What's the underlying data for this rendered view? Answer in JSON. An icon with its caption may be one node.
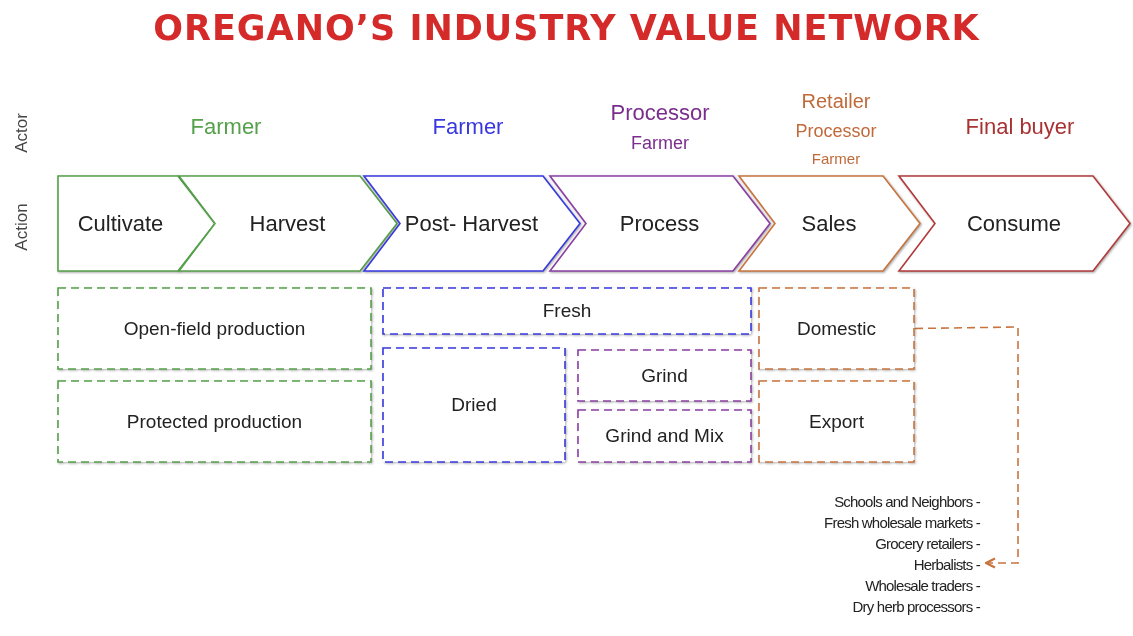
{
  "diagram": {
    "title": "OREGANO’S INDUSTRY VALUE NETWORK",
    "nodes": [
      {
        "text": [
          "Cultivate"
        ]
      },
      {
        "text": [
          "Harvest"
        ]
      },
      {
        "text": [
          "Post- Harvest"
        ]
      },
      {
        "text": [
          "Process"
        ]
      },
      {
        "text": [
          "Sales"
        ]
      },
      {
        "text": [
          "Consume"
        ]
      },
      {
        "text": [
          "Open-field production"
        ]
      },
      {
        "text": [
          "Protected production"
        ]
      },
      {
        "text": [
          "Fresh"
        ]
      },
      {
        "text": [
          "Dried"
        ]
      },
      {
        "text": [
          "Grind"
        ]
      },
      {
        "text": [
          "Grind and Mix"
        ]
      },
      {
        "text": [
          "Domestic"
        ]
      },
      {
        "text": [
          "Export"
        ]
      },
      {
        "text": [
          "Schools and Neighbors -",
          "Fresh wholesale markets -",
          "Grocery retailers -",
          "Herbalists -",
          "Wholesale traders -",
          "Dry herb processors -"
        ]
      }
    ],
    "edges": [
      {
        "from": 12,
        "to": 14,
        "arrow": "to",
        "style": "dashed",
        "color": "#c8743f"
      }
    ],
    "labels": [
      "Actor",
      "Farmer",
      "Farmer",
      "Processor",
      "Farmer",
      "Retailer",
      "Processor",
      "Farmer",
      "Final buyer",
      "Action"
    ]
  }
}
